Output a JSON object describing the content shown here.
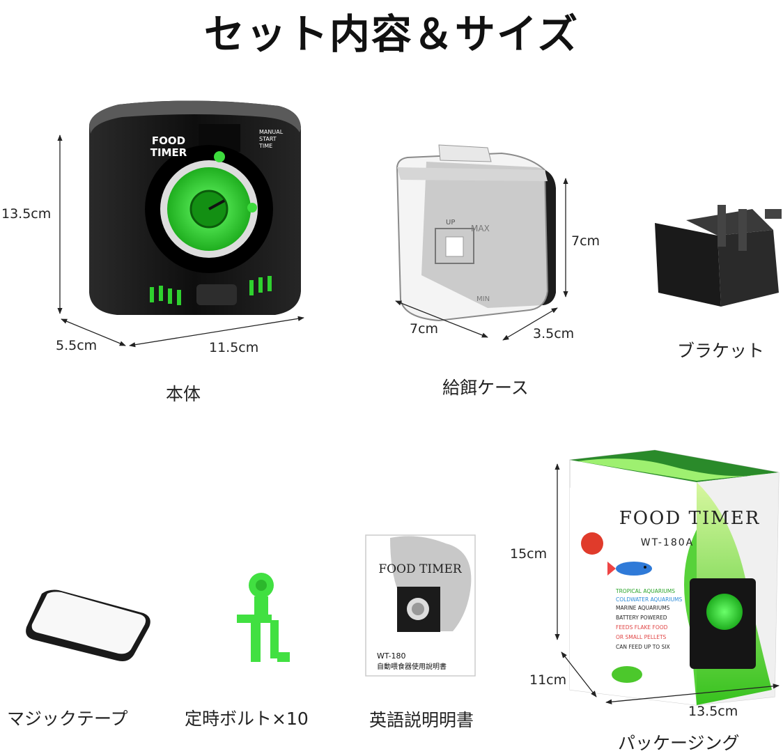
{
  "title": "セット内容＆サイズ",
  "items": {
    "main_unit": {
      "caption": "本体",
      "height": "13.5cm",
      "depth": "5.5cm",
      "width": "11.5cm",
      "device_text": {
        "brand_line1": "FOOD",
        "brand_line2": "TIMER",
        "manual1": "MANUAL",
        "manual2": "START",
        "manual3": "TIME"
      }
    },
    "feeding_case": {
      "caption": "給餌ケース",
      "height": "7cm",
      "width": "7cm",
      "depth": "3.5cm",
      "case_text": {
        "up": "UP",
        "max": "MAX",
        "min": "MIN"
      }
    },
    "bracket": {
      "caption": "ブラケット"
    },
    "velcro": {
      "caption": "マジックテープ"
    },
    "bolts": {
      "caption": "定時ボルト×10"
    },
    "manual": {
      "caption": "英語説明明書",
      "cover_title": "FOOD TIMER",
      "model": "WT-180",
      "subtitle": "自動喂食器使用說明書"
    },
    "package": {
      "caption": "パッケージング",
      "height": "15cm",
      "depth": "11cm",
      "width": "13.5cm",
      "box_title": "FOOD TIMER",
      "box_model": "WT-180A",
      "features": [
        "TROPICAL AQUARIUMS",
        "COLDWATER AQUARIUMS",
        "MARINE AQUARIUMS",
        "BATTERY POWERED",
        "FEEDS FLAKE FOOD",
        "OR SMALL PELLETS",
        "CAN FEED UP TO SIX"
      ]
    }
  },
  "colors": {
    "accent_green": "#3ddc3d",
    "device_black": "#151515",
    "dim_line": "#222222"
  },
  "icons": [
    "fish-icon",
    "clock-dial-icon"
  ]
}
